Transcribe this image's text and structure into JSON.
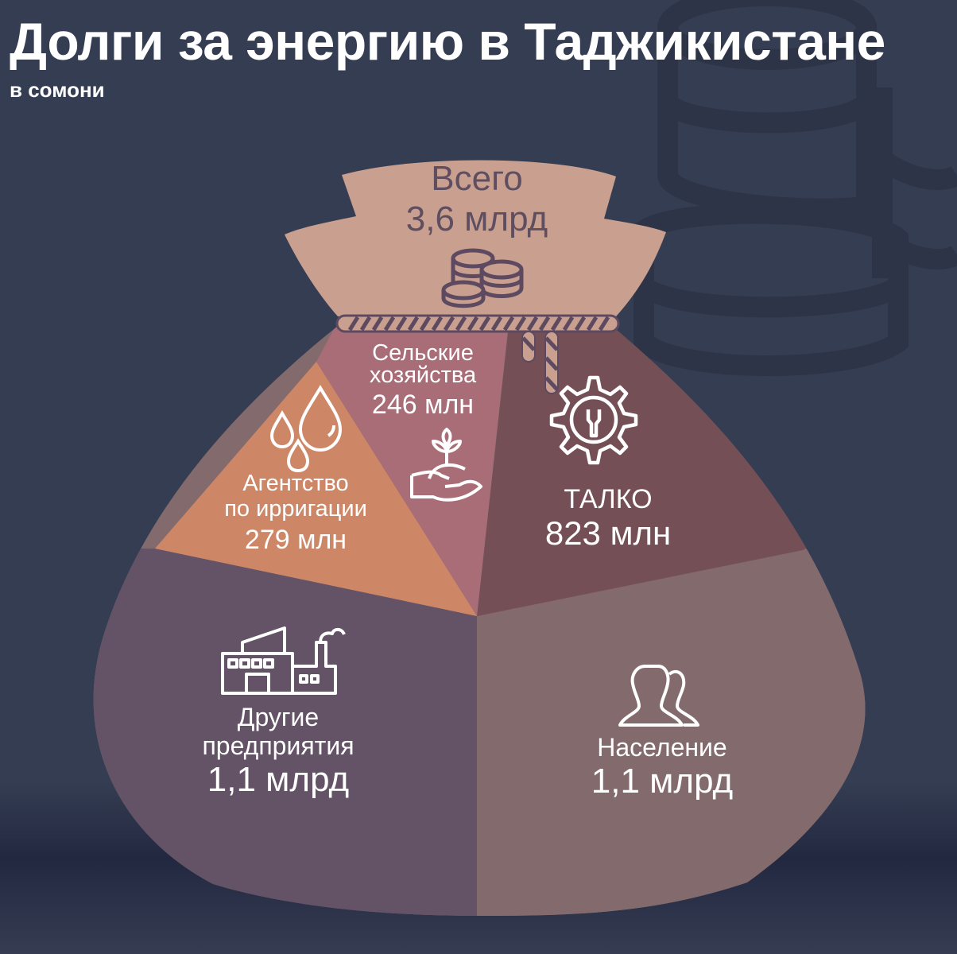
{
  "header": {
    "title": "Долги за энергию в Таджикистане",
    "subtitle": "в сомони"
  },
  "total": {
    "label": "Всего",
    "value": "3,6 млрд",
    "icon": "coins-icon"
  },
  "segments": [
    {
      "id": "talco",
      "label": "ТАЛКО",
      "value": "823 млн",
      "icon": "gear-wrench-icon",
      "color": "#744f55"
    },
    {
      "id": "population",
      "label": "Население",
      "value": "1,1 млрд",
      "icon": "people-icon",
      "color": "#836b6d"
    },
    {
      "id": "other",
      "label": "Другие предприятия",
      "label_lines": [
        "Другие",
        "предприятия"
      ],
      "value": "1,1 млрд",
      "icon": "factory-icon",
      "color": "#645266"
    },
    {
      "id": "irrigation",
      "label": "Агентство по ирригации",
      "label_lines": [
        "Агентство",
        "по ирригации"
      ],
      "value": "279 млн",
      "icon": "water-drops-icon",
      "color": "#cd8766"
    },
    {
      "id": "farms",
      "label": "Сельские хозяйства",
      "label_lines": [
        "Сельские",
        "хозяйства"
      ],
      "value": "246 млн",
      "icon": "plant-in-hand-icon",
      "color": "#a86d77"
    }
  ],
  "colors": {
    "background": "#353d52",
    "bag_top": "#c9a08f",
    "rope_dark": "#5e4a60"
  },
  "chart_data": {
    "type": "pie",
    "title": "Долги за энергию в Таджикистане",
    "subtitle": "в сомони",
    "total_label": "Всего 3,6 млрд",
    "categories": [
      "ТАЛКО",
      "Население",
      "Другие предприятия",
      "Агентство по ирригации",
      "Сельские хозяйства"
    ],
    "values": [
      823000000,
      1100000000,
      1100000000,
      279000000,
      246000000
    ],
    "value_labels": [
      "823 млн",
      "1,1 млрд",
      "1,1 млрд",
      "279 млн",
      "246 млн"
    ],
    "unit": "сомони",
    "total": 3600000000
  }
}
